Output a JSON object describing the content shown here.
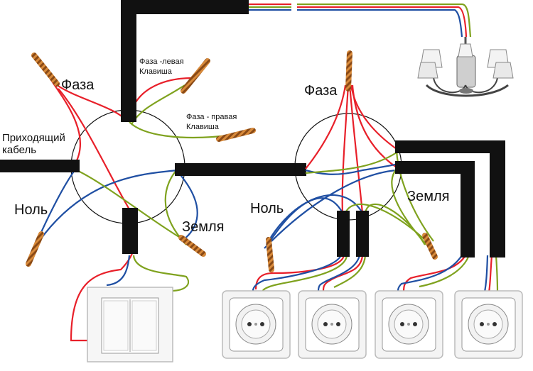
{
  "labels": {
    "incoming_cable": [
      "Приходящий",
      "кабель"
    ],
    "phase_left": "Фаза",
    "neutral_left": "Ноль",
    "ground_left": "Земля",
    "phase_left_key": [
      "Фаза -левая",
      "Клавиша"
    ],
    "phase_right_key": [
      "Фаза - правая",
      "Клавиша"
    ],
    "phase_right": "Фаза",
    "neutral_right": "Ноль",
    "ground_right": "Земля"
  },
  "colors": {
    "phase": "#e8202a",
    "neutral": "#1f4fa3",
    "ground": "#7fa21e",
    "cable": "#111111",
    "copper": "#b5651d"
  },
  "icons": [
    "chandelier-icon",
    "double-switch-icon",
    "socket-icon"
  ]
}
